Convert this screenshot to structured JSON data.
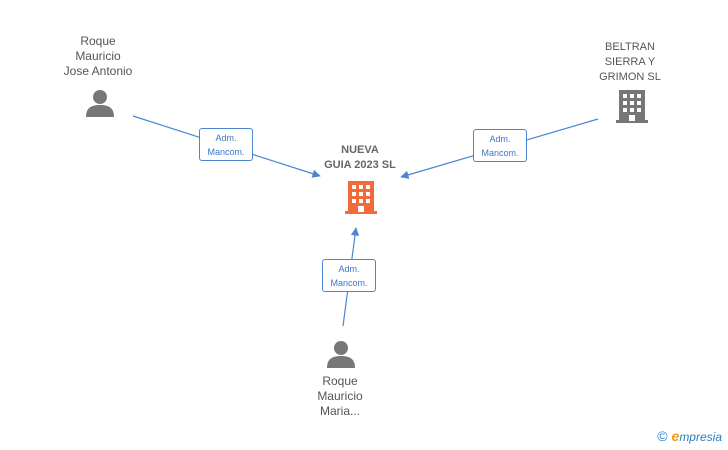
{
  "nodes": {
    "center": {
      "label": "NUEVA\nGUIA 2023  SL",
      "type": "company",
      "color": "#f26b3a"
    },
    "top_left": {
      "label": "Roque\nMauricio\nJose Antonio",
      "type": "person",
      "color": "#777777"
    },
    "top_right": {
      "label": "BELTRAN\nSIERRA Y\nGRIMON  SL",
      "type": "company",
      "color": "#777777"
    },
    "bottom": {
      "label": "Roque\nMauricio\nMaria...",
      "type": "person",
      "color": "#777777"
    }
  },
  "edges": [
    {
      "from": "top_left",
      "to": "center",
      "label_line1": "Adm.",
      "label_line2": "Mancom."
    },
    {
      "from": "top_right",
      "to": "center",
      "label_line1": "Adm.",
      "label_line2": "Mancom."
    },
    {
      "from": "bottom",
      "to": "center",
      "label_line1": "Adm.",
      "label_line2": "Mancom."
    }
  ],
  "brand": {
    "copyright": "©",
    "first_letter": "e",
    "rest": "mpresia"
  },
  "colors": {
    "edge": "#4a86d4",
    "edge_label_text": "#3a78c9"
  }
}
